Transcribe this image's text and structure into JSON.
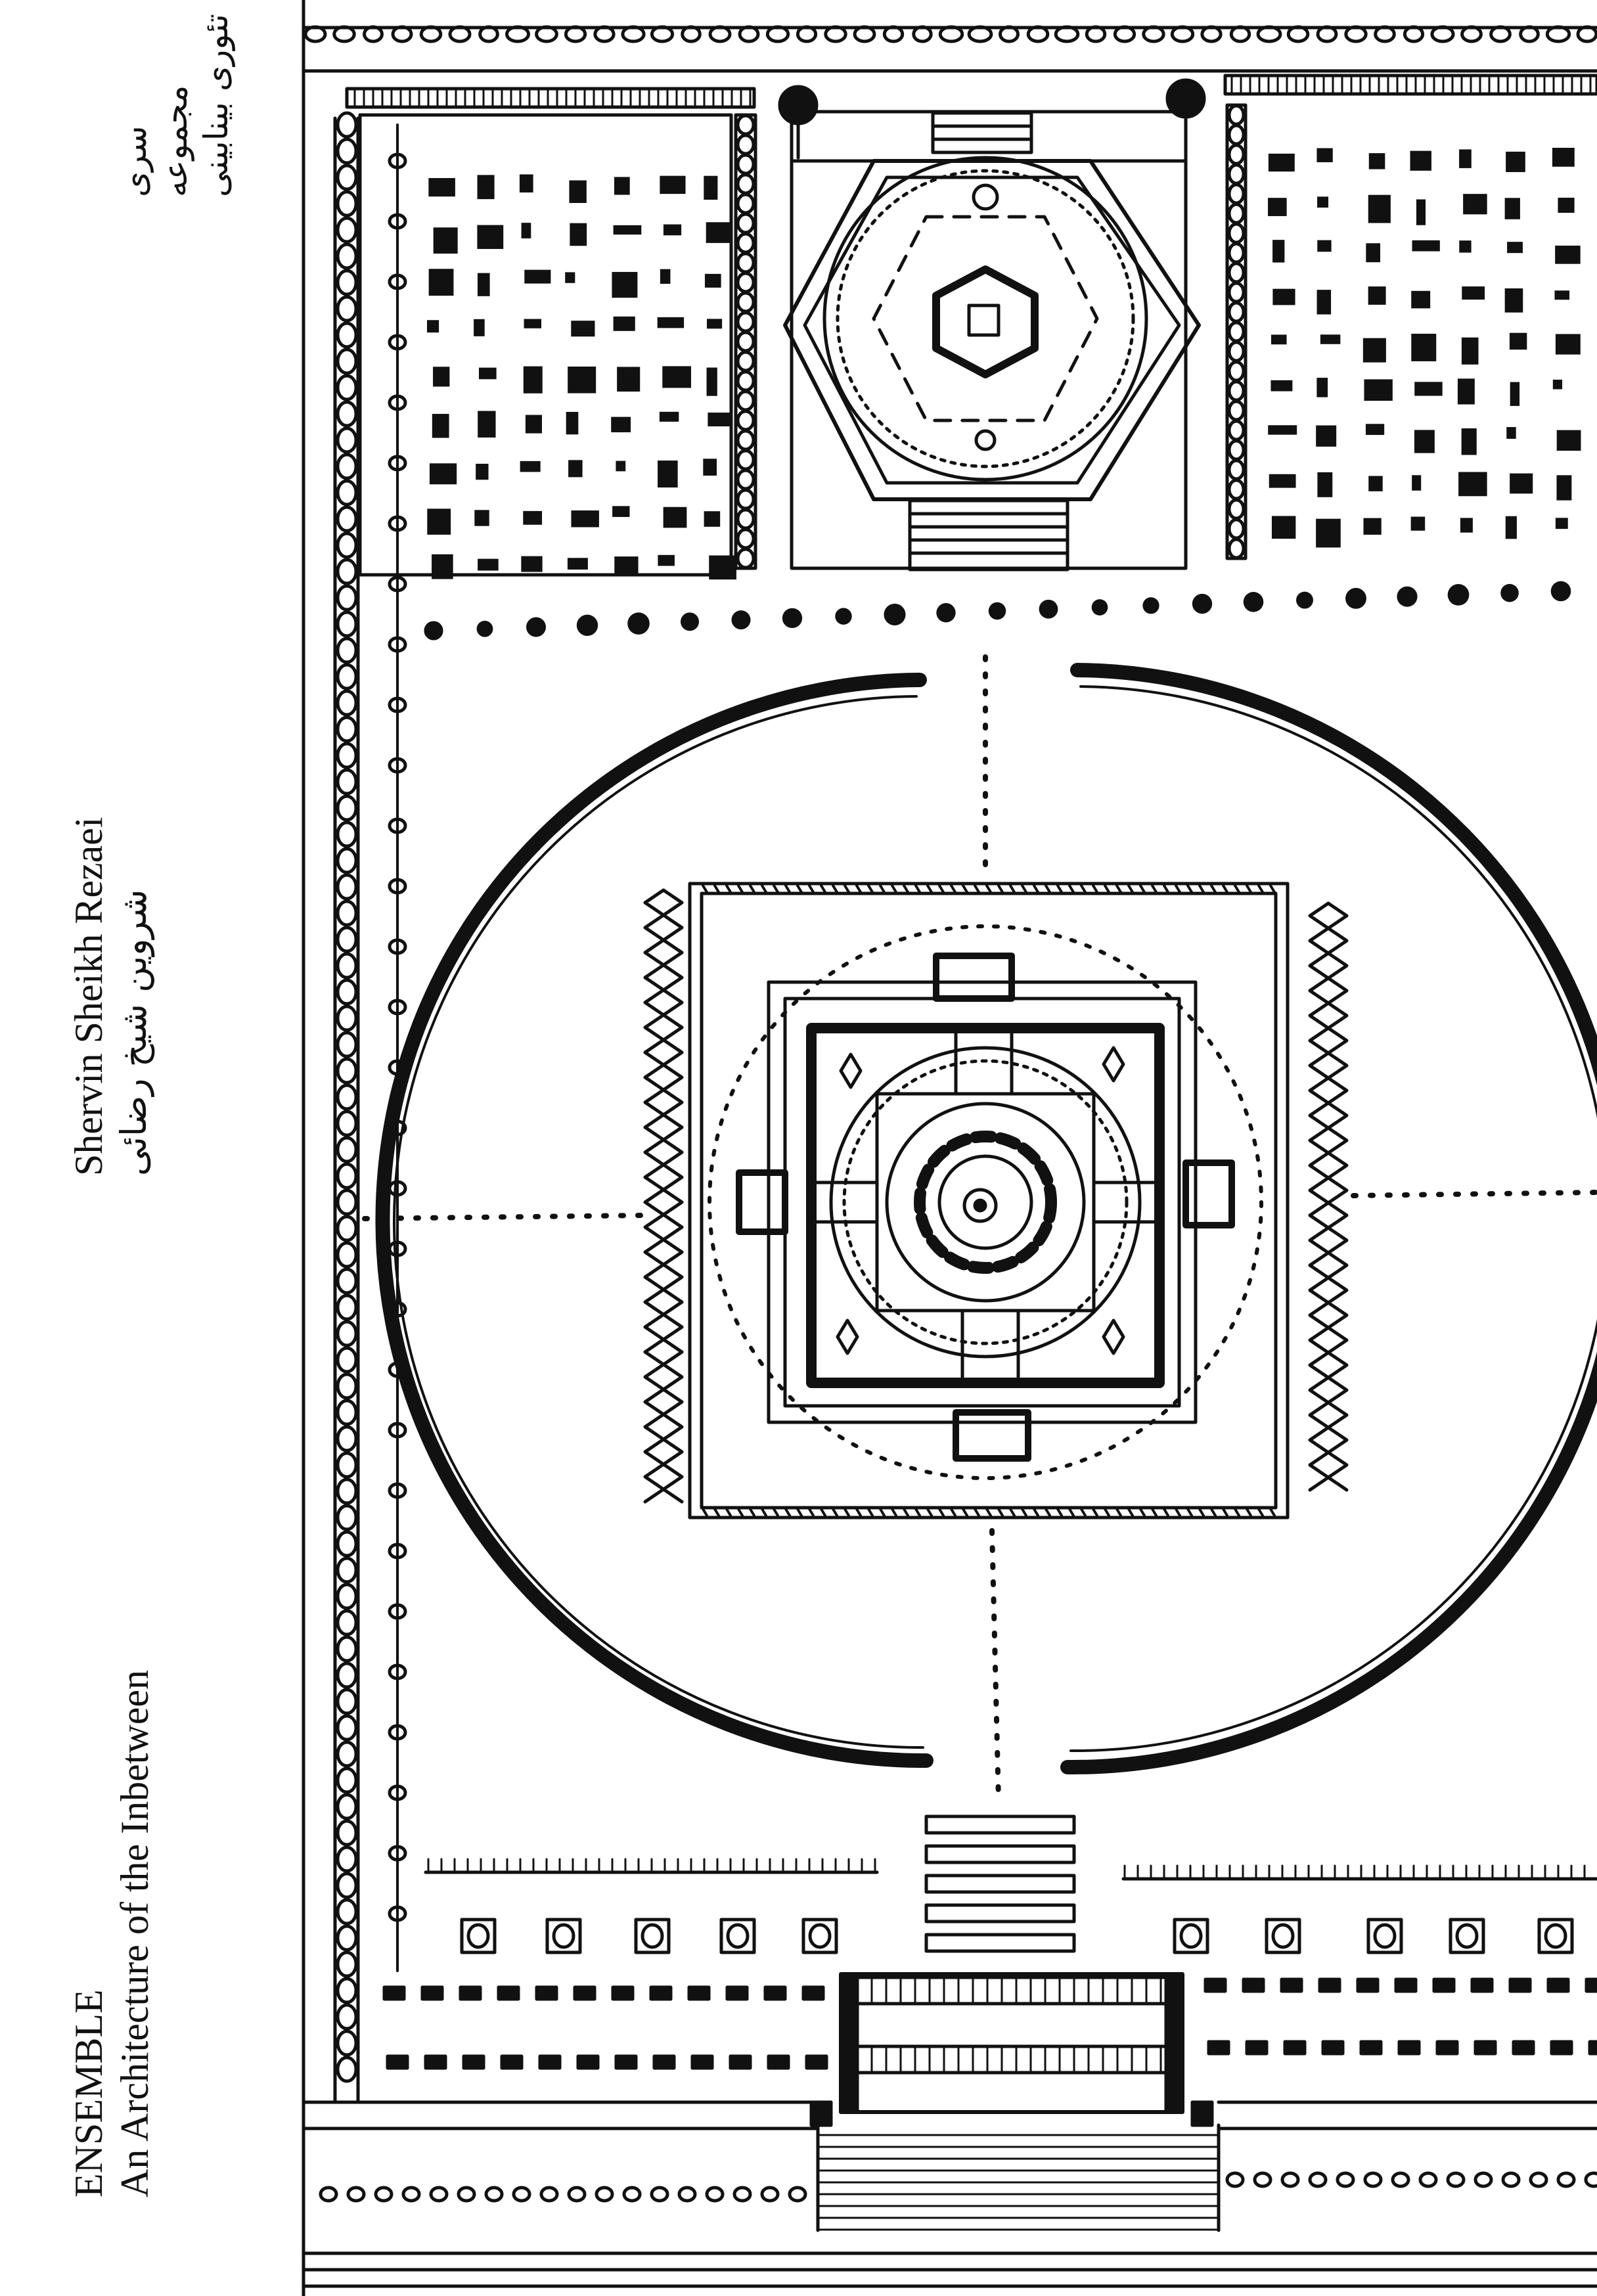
{
  "cover": {
    "series": {
      "line1": "سری",
      "line2": "مجموعه",
      "line3": "تئوری بینابینی"
    },
    "author": {
      "name_en": "Shervin Sheikh Rezaei",
      "name_fa": "شروین شیخ رضائی"
    },
    "title": {
      "main": "ENSEMBLE",
      "subtitle": "An Architecture of the Inbetween"
    }
  },
  "colors": {
    "ink": "#111111",
    "paper": "#ffffff"
  },
  "illustration": {
    "kind": "hand-drawn architectural site plan",
    "elements": [
      "hexagonal-pavilion",
      "circular-enclosure",
      "square-temple",
      "stepped-entrance",
      "tree-rows",
      "garden-plots"
    ]
  }
}
